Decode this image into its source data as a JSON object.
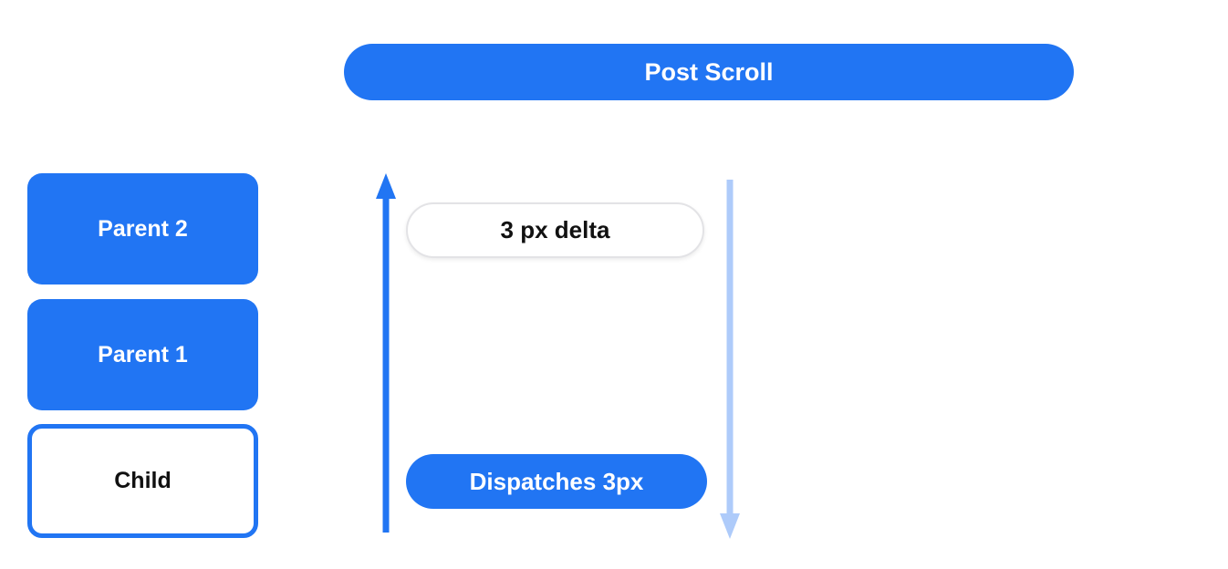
{
  "header": {
    "label": "Post Scroll"
  },
  "nodes": [
    {
      "label": "Parent 2"
    },
    {
      "label": "Parent 1"
    },
    {
      "label": "Child"
    }
  ],
  "annotations": {
    "delta_label": "3 px delta",
    "dispatch_label": "Dispatches 3px"
  },
  "icons": {
    "up_arrow": "scroll-up-arrow",
    "down_arrow": "scroll-down-arrow"
  },
  "colors": {
    "accent_blue": "#2175f3",
    "light_arrow_blue": "#aecbfa",
    "delta_pill_border": "#e3e3e6",
    "text_on_blue": "#ffffff",
    "text_dark": "#111111",
    "background": "#ffffff"
  }
}
